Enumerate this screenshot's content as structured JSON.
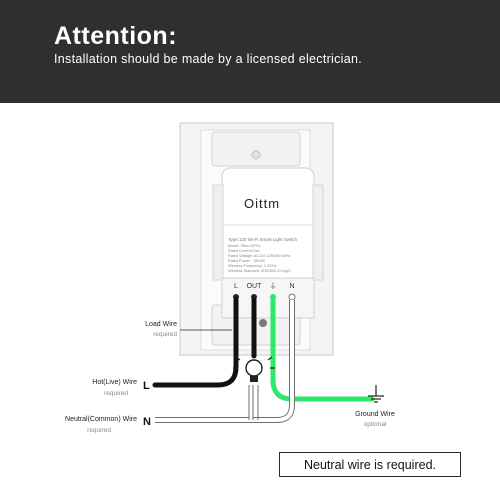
{
  "header": {
    "title": "Attention:",
    "subtitle": "Installation should be made by a licensed electrician."
  },
  "device": {
    "brand": "Oittm",
    "spec_lines": [
      "Type:120 Wi-Fi Smart Light Switch",
      "Model: Oittm MTS1",
      "Rated Current:15A",
      "Rated Voltage: AC110-125V/60 60Hz",
      "Rated Power : 1800W",
      "Wireless Frequency: 2.4GHz",
      "Wireless Standard: IEEE802.11 b/g/n"
    ],
    "terminal_labels": [
      "L",
      "OUT",
      "⏚",
      "N"
    ]
  },
  "labels": {
    "load_wire": "Load Wire",
    "load_required": "required",
    "hot_wire": "Hot(Live) Wire",
    "hot_required": "required",
    "hot_letter": "L",
    "neutral_wire": "Neutral(Common) Wire",
    "neutral_required": "required",
    "neutral_letter": "N",
    "ground_wire": "Ground Wire",
    "ground_optional": "optional"
  },
  "note": "Neutral wire is required.",
  "colors": {
    "banner": "#2f2f2f",
    "hot_wire": "#111111",
    "neutral_wire": "#ffffff",
    "ground_wire": "#2ee86b"
  },
  "icons": [
    "light-bulb-icon",
    "ground-symbol-icon"
  ]
}
